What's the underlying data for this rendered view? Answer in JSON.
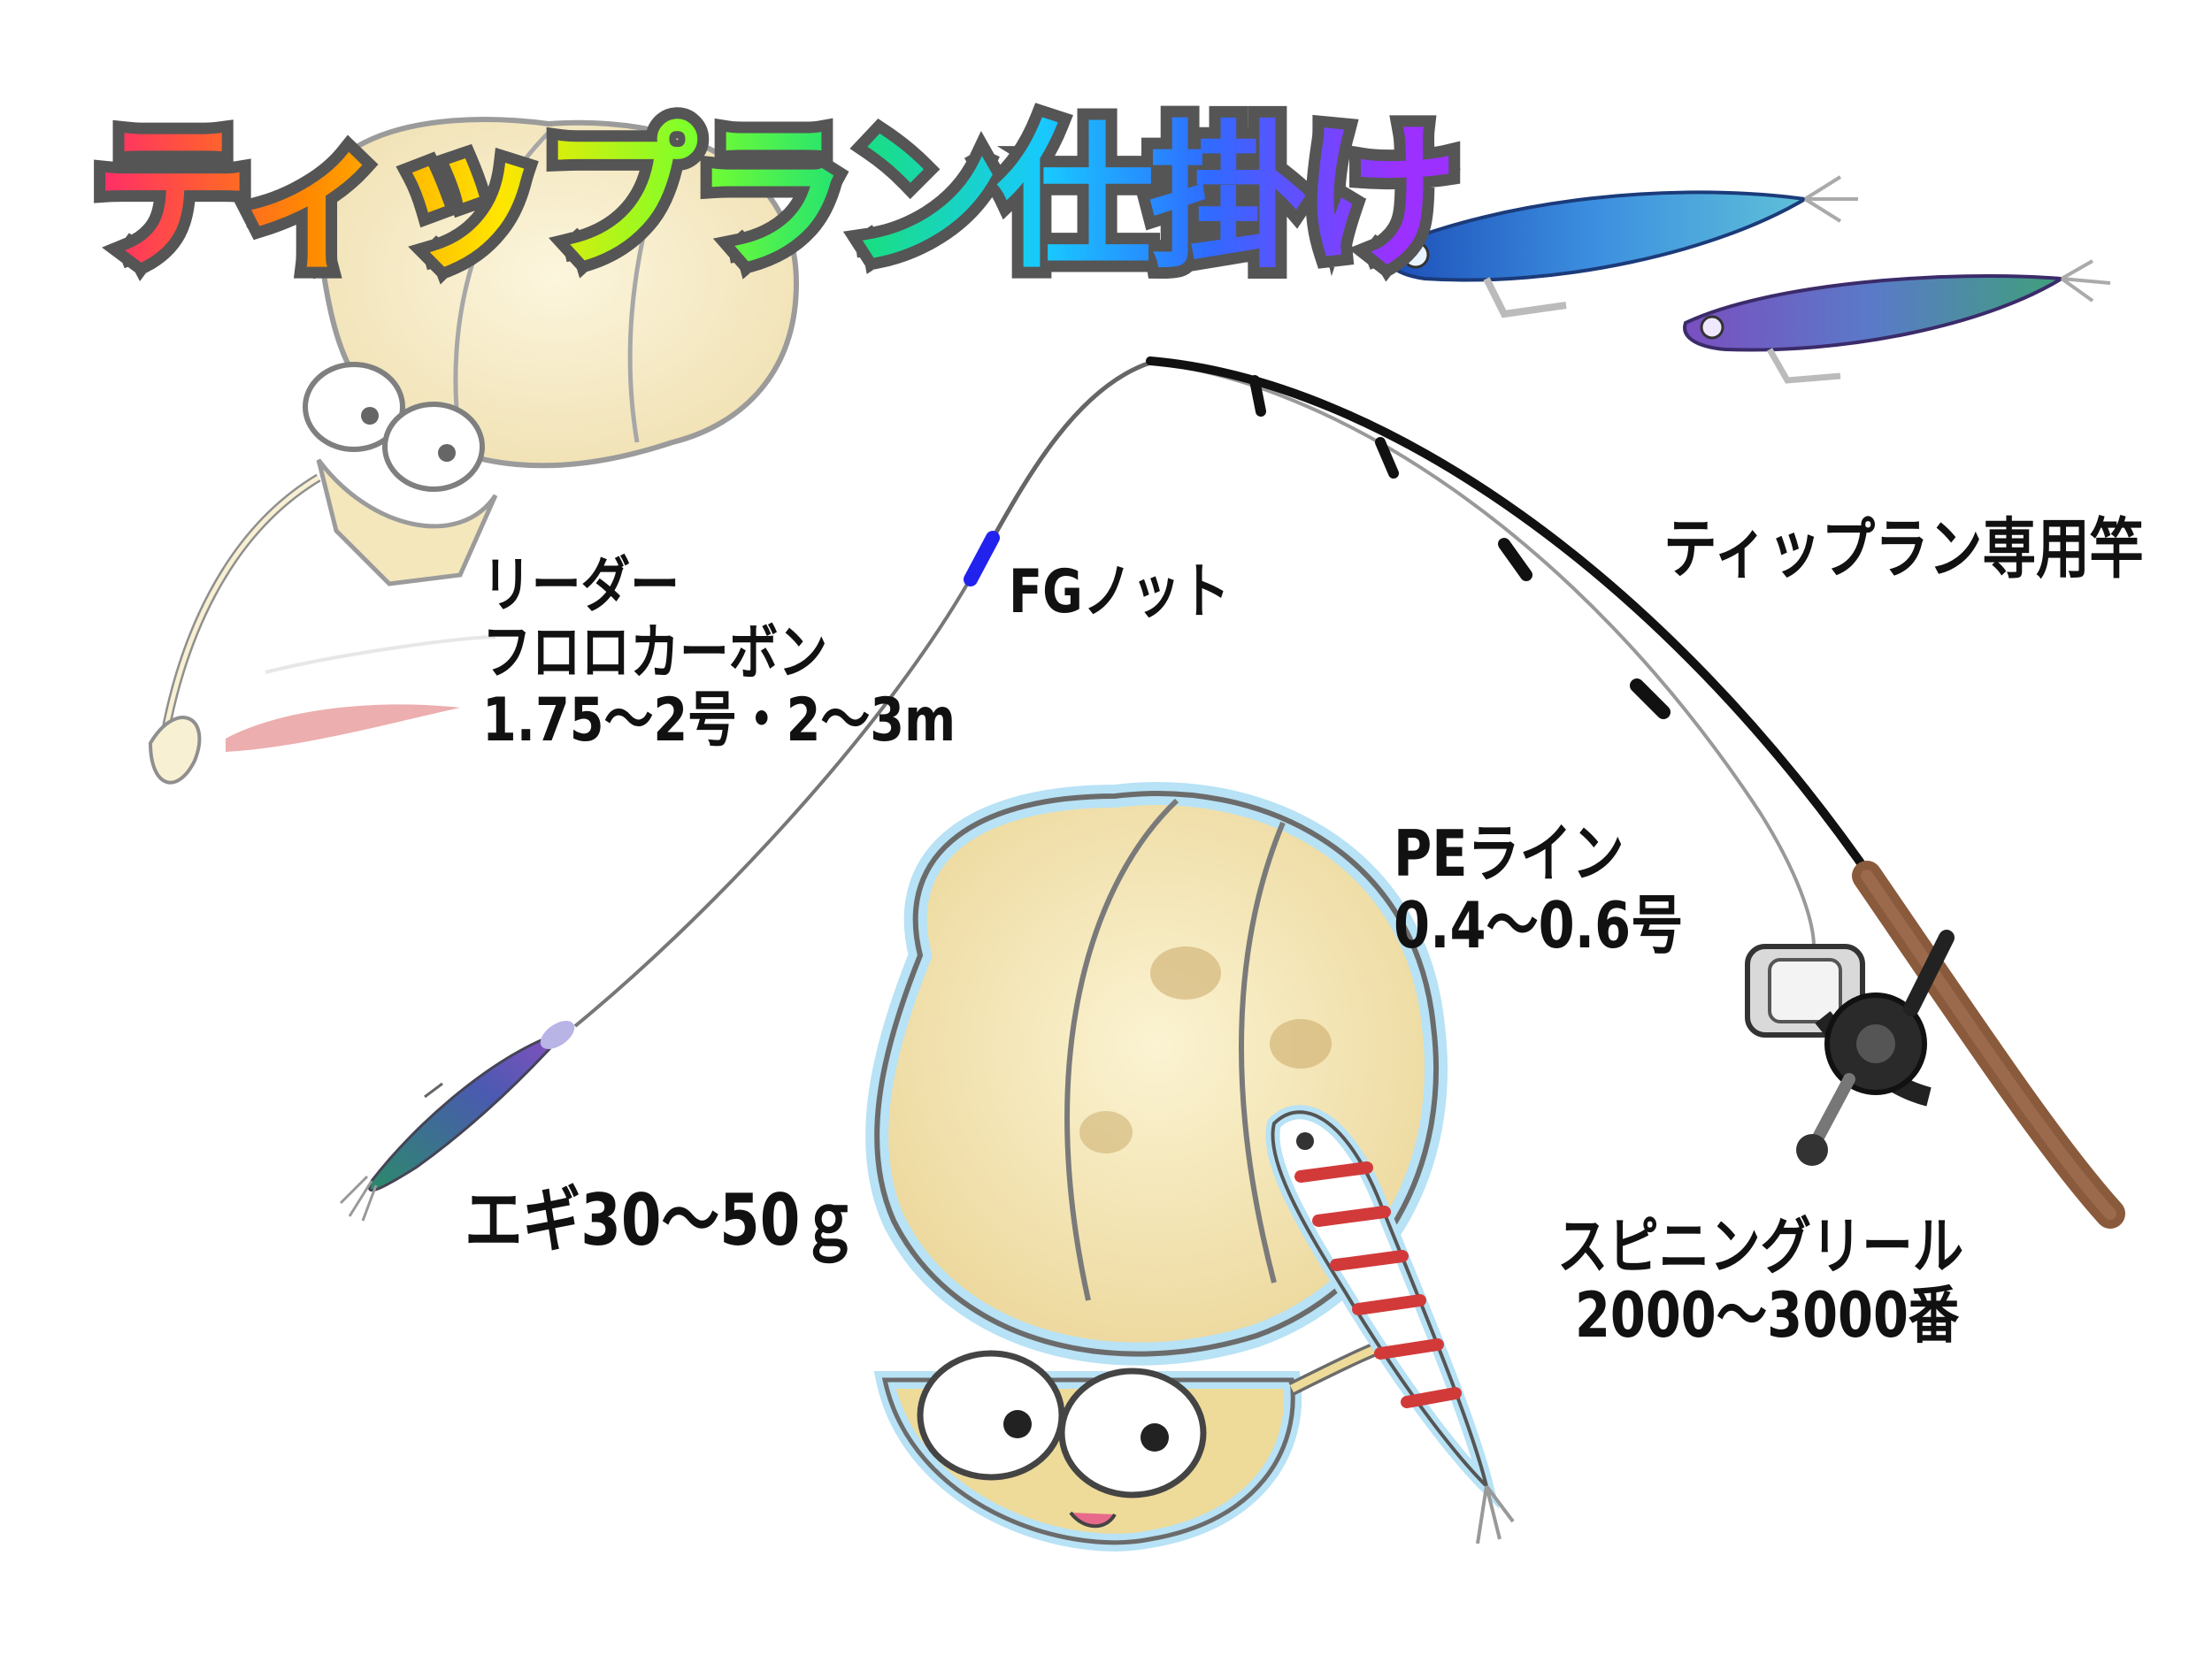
{
  "title": "ティップラン仕掛け",
  "labels": {
    "leader": "リーダー\nフロロカーボン\n1.75～2号・2～3m",
    "fg_knot": "FGノット",
    "rod": "ティップラン専用竿",
    "pe_line": "PEライン\n0.4～0.6号",
    "egi": "エギ30～50ｇ",
    "reel": "スピニングリール\n 2000～3000番"
  },
  "colors": {
    "squid_body": "#f3e3a8",
    "squid_outline": "#6b6b6b",
    "squid_glow": "#bfe6f7",
    "rod": "#111111",
    "grip": "#8a5a3c",
    "line": "#555555",
    "knot": "#2222ee",
    "egi_blue": "#2f6bd8",
    "egi_purple": "#6f4bb5",
    "egi_red": "#d23a3a"
  },
  "icons": {
    "squid_small": "squid-icon",
    "squid_large": "squid-icon",
    "egi": "egi-lure-icon",
    "reel": "spinning-reel-icon",
    "rod": "fishing-rod-icon"
  }
}
